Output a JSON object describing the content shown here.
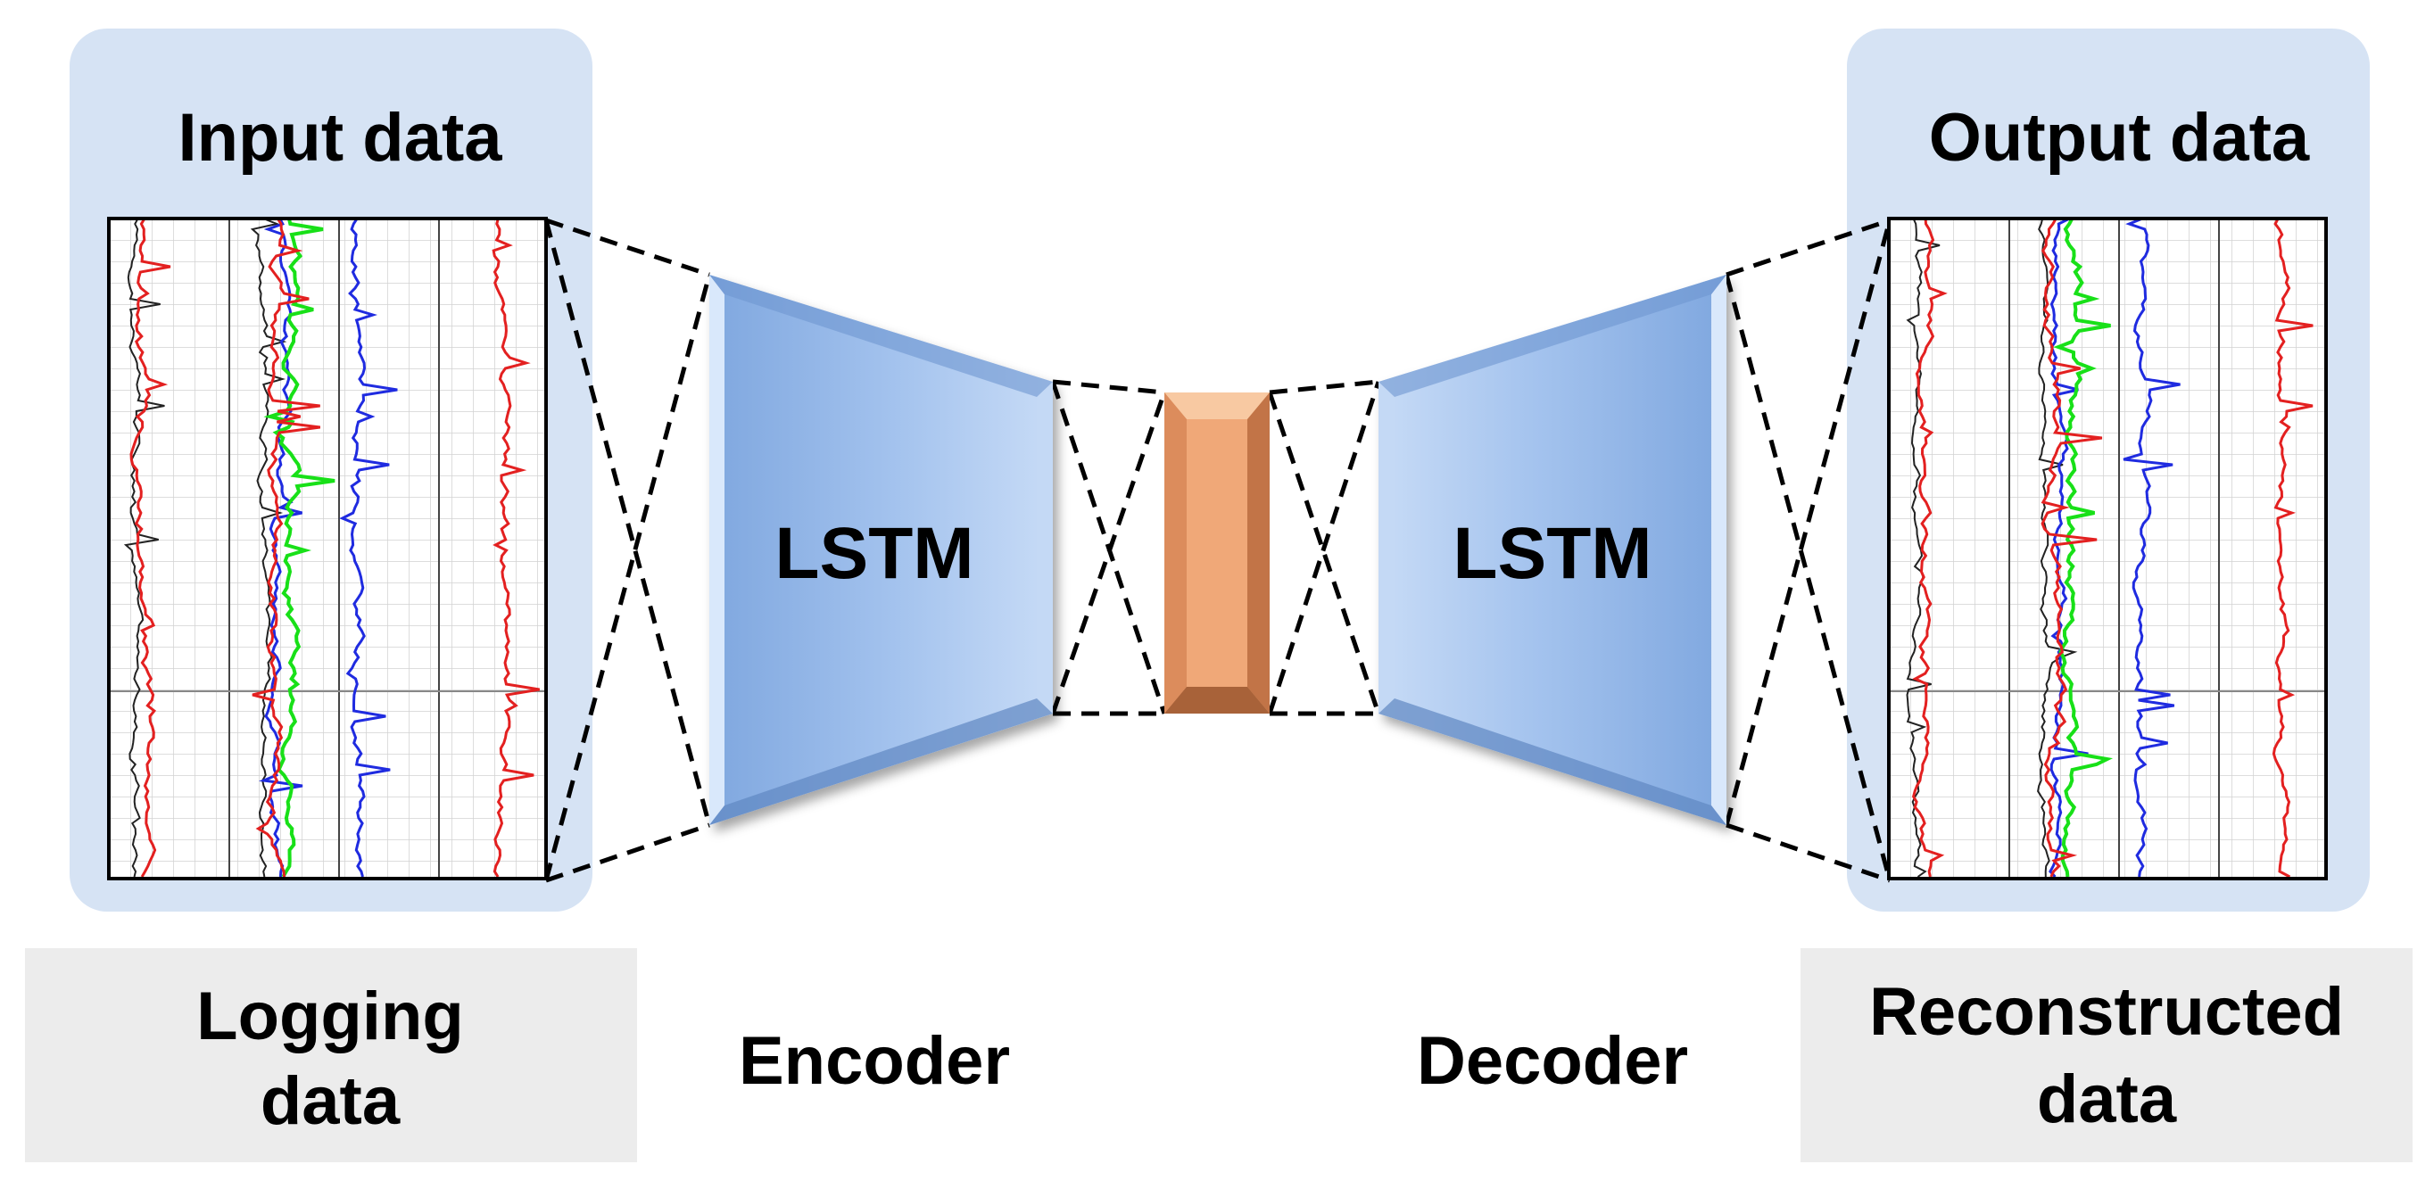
{
  "input_panel": {
    "title": "Input data",
    "caption_lines": [
      "Logging",
      "data"
    ]
  },
  "output_panel": {
    "title": "Output data",
    "caption_lines": [
      "Reconstructed",
      "data"
    ]
  },
  "encoder": {
    "block_label": "LSTM",
    "caption": "Encoder"
  },
  "decoder": {
    "block_label": "LSTM",
    "caption": "Decoder"
  },
  "colors": {
    "panel_bg": "#d6e3f4",
    "caption_bg": "#ececec",
    "lstm_blue": "#8db2e4",
    "bottleneck_orange": "#f0a878",
    "curve_red": "#e32020",
    "curve_green": "#18e018",
    "curve_blue": "#1f2be0",
    "curve_black": "#222222"
  }
}
